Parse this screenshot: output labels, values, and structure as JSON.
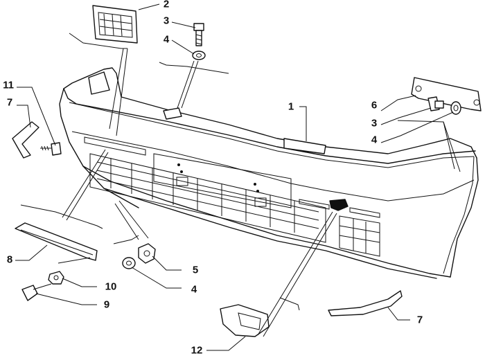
{
  "callouts": [
    {
      "id": "c2",
      "label": "2"
    },
    {
      "id": "c3a",
      "label": "3"
    },
    {
      "id": "c4a",
      "label": "4"
    },
    {
      "id": "c11",
      "label": "11"
    },
    {
      "id": "c7a",
      "label": "7"
    },
    {
      "id": "c1",
      "label": "1"
    },
    {
      "id": "c6",
      "label": "6"
    },
    {
      "id": "c3b",
      "label": "3"
    },
    {
      "id": "c4b",
      "label": "4"
    },
    {
      "id": "c8",
      "label": "8"
    },
    {
      "id": "c5",
      "label": "5"
    },
    {
      "id": "c4c",
      "label": "4"
    },
    {
      "id": "c10",
      "label": "10"
    },
    {
      "id": "c9",
      "label": "9"
    },
    {
      "id": "c7b",
      "label": "7"
    },
    {
      "id": "c12",
      "label": "12"
    }
  ]
}
